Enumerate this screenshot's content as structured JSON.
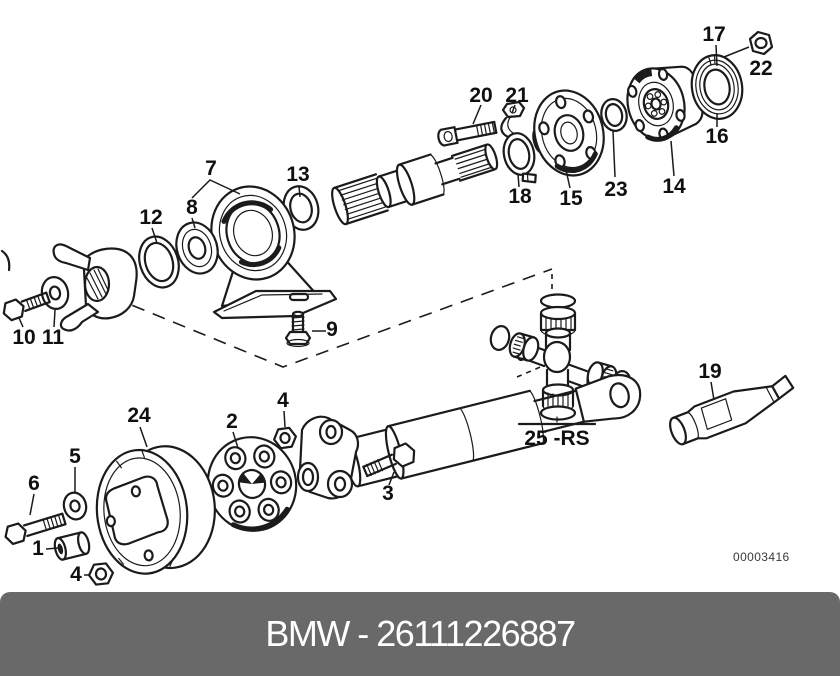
{
  "footer": {
    "label": "BMW - 26111226887"
  },
  "drawing_code": "00003416",
  "callouts": {
    "c1": "1",
    "c2": "2",
    "c3": "3",
    "c4": "4",
    "c5": "5",
    "c6": "6",
    "c7": "7",
    "c8": "8",
    "c9": "9",
    "c10": "10",
    "c11": "11",
    "c12": "12",
    "c13": "13",
    "c14": "14",
    "c15": "15",
    "c16": "16",
    "c17": "17",
    "c18": "18",
    "c19": "19",
    "c20": "20",
    "c21": "21",
    "c22": "22",
    "c23": "23",
    "c24": "24",
    "c25": "25 -RS"
  },
  "colors": {
    "footer_bar": "#696969",
    "footer_text": "#ffffff",
    "line_art": "#1b1b1b",
    "background": "#ffffff"
  }
}
